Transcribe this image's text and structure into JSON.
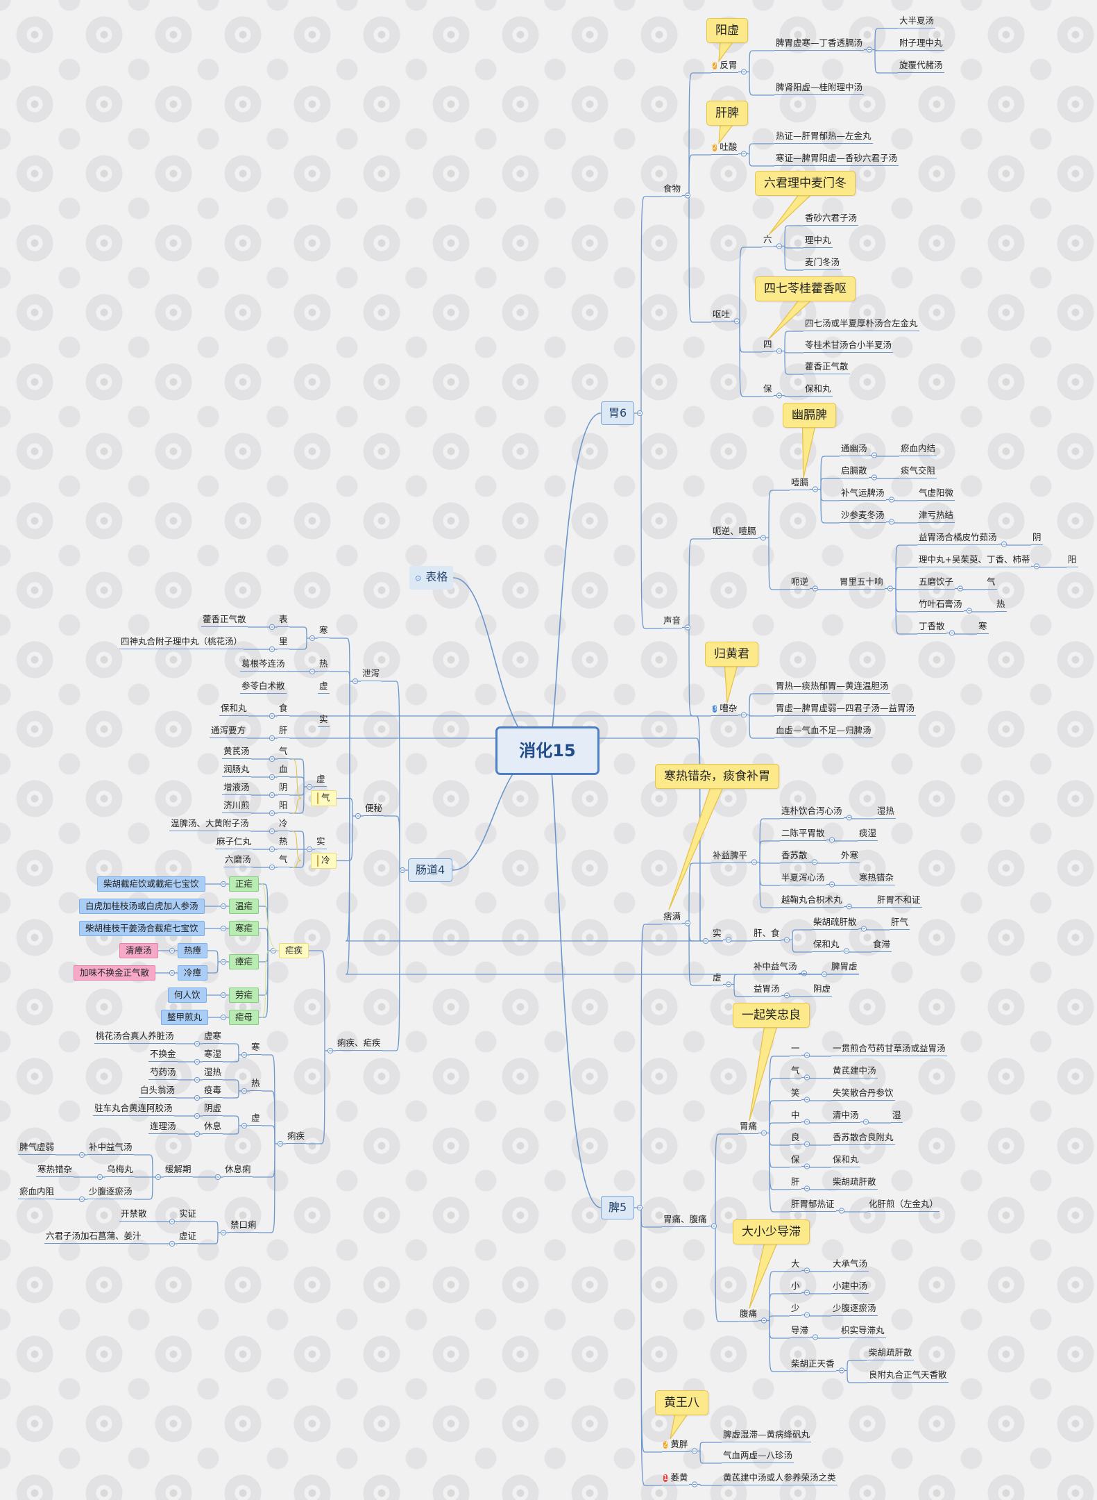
{
  "root": {
    "label": "消化15"
  },
  "top": {
    "table_label": "表格",
    "stomach": "胃6",
    "spleen": "脾5",
    "intestine": "肠道4"
  },
  "callouts": {
    "yangxu": "阳虚",
    "ganpi": "肝脾",
    "liujun": "六君理中麦门冬",
    "siqi": "四七苓桂藿香呕",
    "youmenpi": "幽膈脾",
    "guihuangjun": "归黄君",
    "hanre": "寒热错杂，痰食补胃",
    "yiqi": "一起笑忠良",
    "daxiao": "大小少导滞",
    "huangwang": "黄王八"
  },
  "stomach": {
    "food": "食物",
    "fanwei": "反胃",
    "fanwei_badge": "2",
    "fw1": "脾胃虚寒—丁香透膈汤",
    "fw1a": "大半夏汤",
    "fw1b": "附子理中丸",
    "fw1c": "旋覆代赭汤",
    "fw2": "脾肾阳虚—桂附理中汤",
    "tusuan": "吐酸",
    "tusuan_badge": "2",
    "ts1": "热证—肝胃郁热—左金丸",
    "ts2": "寒证—脾胃阳虚—香砂六君子汤",
    "outu": "呕吐",
    "liu": "六",
    "liu1": "香砂六君子汤",
    "liu2": "理中丸",
    "liu3": "麦门冬汤",
    "si": "四",
    "si1": "四七汤或半夏厚朴汤合左金丸",
    "si2": "苓桂术甘汤合小半夏汤",
    "si3": "藿香正气散",
    "bao": "保",
    "bao1": "保和丸",
    "sound": "声音",
    "eni": "呃逆、噎膈",
    "yege": "噎膈",
    "yg1": "通幽汤",
    "yg1r": "瘀血内结",
    "yg2": "启膈散",
    "yg2r": "痰气交阻",
    "yg3": "补气运脾汤",
    "yg3r": "气虚阳微",
    "yg4": "沙参麦冬汤",
    "yg4r": "津亏热结",
    "enile": "呃逆",
    "weili": "胃里五十响",
    "en1": "益胃汤合橘皮竹茹汤",
    "en1r": "阴",
    "en2": "理中丸+吴茱萸、丁香、柿蒂",
    "en2r": "阳",
    "en3": "五磨饮子",
    "en3r": "气",
    "en4": "竹叶石膏汤",
    "en4r": "热",
    "en5": "丁香散",
    "en5r": "寒",
    "caoza": "嘈杂",
    "caoza_badge": "3",
    "cz1": "胃热—痰热郁胃—黄连温胆汤",
    "cz2": "胃虚—脾胃虚弱—四君子汤—益胃汤",
    "cz3": "血虚—气血不足—归脾汤"
  },
  "spleen": {
    "pima": "痞满",
    "buyi": "补益脾平",
    "b1": "连朴饮合泻心汤",
    "b1r": "湿热",
    "b2": "二陈平胃散",
    "b2r": "痰湿",
    "b3": "香苏散",
    "b3r": "外寒",
    "b4": "半夏泻心汤",
    "b4r": "寒热错杂",
    "b5": "越鞠丸合枳术丸",
    "b5r": "肝胃不和证",
    "shi": "实",
    "ganshi": "肝、食",
    "gs1": "柴胡疏肝散",
    "gs1r": "肝气",
    "gs2": "保和丸",
    "gs2r": "食滞",
    "xu": "虚",
    "x1": "补中益气汤",
    "x1r": "脾胃虚",
    "x2": "益胃汤",
    "x2r": "阴虚",
    "weitong_futong": "胃痛、腹痛",
    "weitong": "胃痛",
    "wt1": "一",
    "wt1r": "一贯煎合芍药甘草汤或益胃汤",
    "wt2": "气",
    "wt2r": "黄芪建中汤",
    "wt3": "笑",
    "wt3r": "失笑散合丹参饮",
    "wt4": "中",
    "wt4r": "清中汤",
    "wt4rr": "湿",
    "wt5": "良",
    "wt5r": "香苏散合良附丸",
    "wt6": "保",
    "wt6r": "保和丸",
    "wt7": "肝",
    "wt7r": "柴胡疏肝散",
    "wt8": "肝胃郁热证",
    "wt8r": "化肝煎（左金丸）",
    "futong": "腹痛",
    "ft1": "大",
    "ft1r": "大承气汤",
    "ft2": "小",
    "ft2r": "小建中汤",
    "ft3": "少",
    "ft3r": "少腹逐瘀汤",
    "ft4": "导滞",
    "ft4r": "枳实导滞丸",
    "ft5": "柴胡正天香",
    "ft5a": "柴胡疏肝散",
    "ft5b": "良附丸合正气天香散",
    "huangpang": "黄胖",
    "huangpang_badge": "2",
    "hp1": "脾虚湿滞—黄病绛矾丸",
    "hp2": "气血两虚—八珍汤",
    "weihuang": "萎黄",
    "weihuang_badge": "1",
    "wh1": "黄芪建中汤或人参养荣汤之类"
  },
  "intestine": {
    "xiexie": "泄泻",
    "han": "寒",
    "h1": "藿香正气散",
    "h1r": "表",
    "h2": "四神丸合附子理中丸（桃花汤）",
    "h2r": "里",
    "r1": "葛根芩连汤",
    "r1r": "热",
    "x1": "参苓白术散",
    "x1r": "虚",
    "shi": "实",
    "s1": "保和丸",
    "s1r": "食",
    "s2": "通泻要方",
    "s2r": "肝",
    "bianbi": "便秘",
    "xu": "虚",
    "qi": "气",
    "bx1": "黄芪汤",
    "bx1r": "气",
    "bx2": "润肠丸",
    "bx2r": "血",
    "bx3": "增液汤",
    "bx3r": "阴",
    "bx4": "济川煎",
    "bx4r": "阳",
    "shi2": "实",
    "leng": "冷",
    "bs1": "温脾汤、大黄附子汤",
    "bs1r": "冷",
    "bs2": "麻子仁丸",
    "bs2r": "热",
    "bs3": "六磨汤",
    "bs3r": "气",
    "liji_nueji": "痢疾、疟疾",
    "nueji": "疟疾",
    "n1": "正疟",
    "n1r": "柴胡截疟饮或截疟七宝饮",
    "n2": "温疟",
    "n2r": "白虎加桂枝汤或白虎加人参汤",
    "n3": "寒疟",
    "n3r": "柴胡桂枝干姜汤合截疟七宝饮",
    "n4": "瘴疟",
    "n4a": "热瘴",
    "n4ar": "清瘴汤",
    "n4b": "冷瘴",
    "n4br": "加味不换金正气散",
    "n5": "劳疟",
    "n5r": "何人饮",
    "n6": "疟母",
    "n6r": "鳖甲煎丸",
    "liji": "痢疾",
    "lh": "寒",
    "lh1": "桃花汤合真人养脏汤",
    "lh1r": "虚寒",
    "lh2": "不换金",
    "lh2r": "寒湿",
    "lr": "热",
    "lr1": "芍药汤",
    "lr1r": "湿热",
    "lr2": "白头翁汤",
    "lr2r": "疫毒",
    "lx": "虚",
    "lx1": "驻车丸合黄连阿胶汤",
    "lx1r": "阴虚",
    "lx2": "连理汤",
    "lx2r": "休息",
    "xiuxi": "休息痢",
    "huanjie": "缓解期",
    "hj1": "脾气虚弱",
    "hj1r": "补中益气汤",
    "hj2": "寒热错杂",
    "hj2r": "乌梅丸",
    "hj3": "瘀血内阻",
    "hj3r": "少腹逐瘀汤",
    "jinkou": "禁口痢",
    "jk1": "实证",
    "jk1r": "开禁散",
    "jk2": "虚证",
    "jk2r": "六君子汤加石菖蒲、姜汁"
  }
}
